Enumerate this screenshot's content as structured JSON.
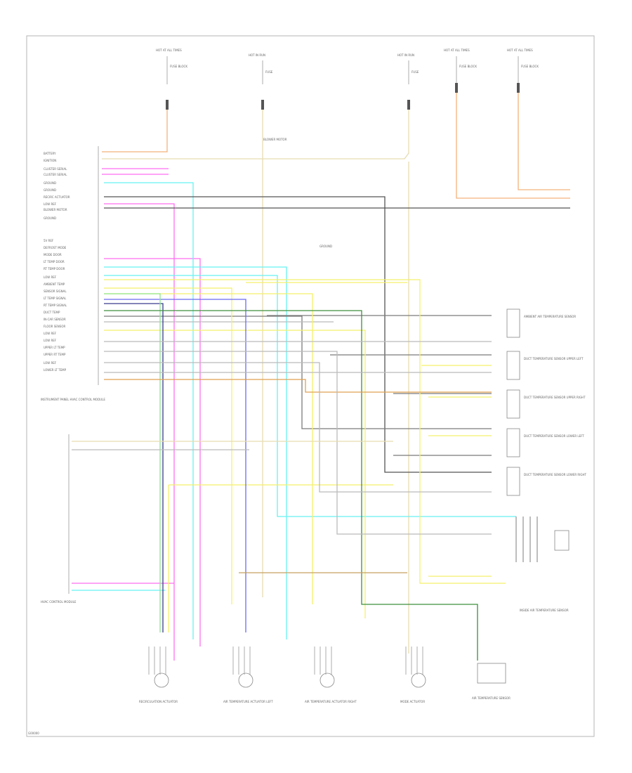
{
  "diagram": {
    "footer_code": "G00000",
    "wire_colors": {
      "orange": "#f4b27a",
      "tan": "#e6dcb0",
      "yellow": "#f3f06a",
      "pink": "#ff6ef0",
      "light_blue": "#68f2f2",
      "blue": "#6a6af2",
      "light_green": "#8fe58f",
      "dark_green": "#3d8f3d",
      "gray": "#7b7b7b",
      "black": "#2b2b2b",
      "dark_blue": "#3b3b8f",
      "brown": "#c8a060"
    },
    "fuses": [
      {
        "label": "HOT AT ALL TIMES",
        "name": "FUSE BLOCK"
      },
      {
        "label": "HOT IN RUN",
        "name": "FUSE"
      },
      {
        "label": "HOT IN RUN",
        "name": "FUSE"
      },
      {
        "label": "HOT AT ALL TIMES",
        "name": "FUSE BLOCK"
      },
      {
        "label": "HOT AT ALL TIMES",
        "name": "FUSE BLOCK"
      }
    ],
    "left_pins": [
      "BATTERY",
      "IGNITION",
      "CLUSTER SERIAL",
      "CLUSTER SERIAL",
      "GROUND",
      "GROUND",
      "RECIRC ACTUATOR",
      "LOW REF",
      "BLOWER MOTOR",
      "GROUND",
      "5V REF",
      "DEFROST MODE",
      "MODE DOOR",
      "LT TEMP DOOR",
      "RT TEMP DOOR",
      "LOW REF",
      "AMBIENT TEMP",
      "SENSOR SIGNAL",
      "LT TEMP SIGNAL",
      "RT TEMP SIGNAL",
      "DUCT TEMP",
      "IN-CAR SENSOR",
      "FLOOR SENSOR",
      "LOW REF",
      "LOW REF",
      "UPPER LT TEMP",
      "UPPER RT TEMP",
      "LOW REF",
      "LOWER LT TEMP"
    ],
    "left_module": "INSTRUMENT PANEL HVAC CONTROL MODULE",
    "hvac_control": "HVAC CONTROL MODULE",
    "right_sensors": [
      {
        "name": "AMBIENT AIR TEMPERATURE SENSOR"
      },
      {
        "name": "DUCT TEMPERATURE SENSOR UPPER LEFT"
      },
      {
        "name": "DUCT TEMPERATURE SENSOR UPPER RIGHT"
      },
      {
        "name": "DUCT TEMPERATURE SENSOR LOWER LEFT"
      },
      {
        "name": "DUCT TEMPERATURE SENSOR LOWER RIGHT"
      }
    ],
    "inside_sensor": "INSIDE AIR TEMPERATURE SENSOR",
    "bottom_actuators": [
      {
        "name": "RECIRCULATION ACTUATOR"
      },
      {
        "name": "AIR TEMPERATURE ACTUATOR LEFT"
      },
      {
        "name": "AIR TEMPERATURE ACTUATOR RIGHT"
      },
      {
        "name": "MODE ACTUATOR"
      },
      {
        "name": "AIR TEMPERATURE SENSOR"
      }
    ],
    "ground_label": "GROUND",
    "blower_label": "BLOWER MOTOR"
  }
}
